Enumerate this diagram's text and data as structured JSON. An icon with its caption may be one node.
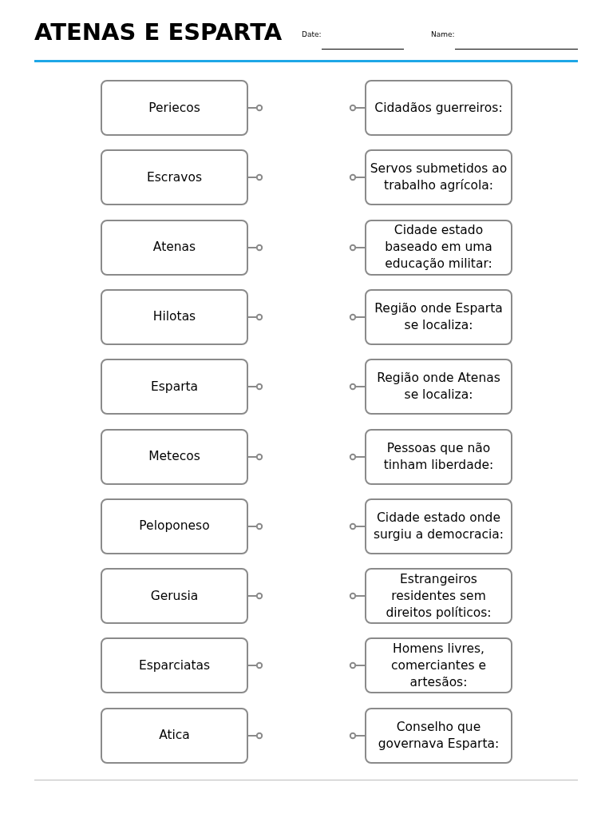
{
  "diagram": {
    "title": "ATENAS E ESPARTA",
    "nodes": [
      {
        "text": [
          "Periecos"
        ]
      },
      {
        "text": [
          "Cidadãos guerreiros:"
        ]
      },
      {
        "text": [
          "Escravos"
        ]
      },
      {
        "text": [
          "Servos submetidos ao trabalho agrícola:"
        ]
      },
      {
        "text": [
          "Atenas"
        ]
      },
      {
        "text": [
          "Cidade estado baseado em uma educação militar:"
        ]
      },
      {
        "text": [
          "Hilotas"
        ]
      },
      {
        "text": [
          "Região onde Esparta se localiza:"
        ]
      },
      {
        "text": [
          "Esparta"
        ]
      },
      {
        "text": [
          "Região onde Atenas se localiza:"
        ]
      },
      {
        "text": [
          "Metecos"
        ]
      },
      {
        "text": [
          "Pessoas que não tinham liberdade:"
        ]
      },
      {
        "text": [
          "Peloponeso"
        ]
      },
      {
        "text": [
          "Cidade estado onde surgiu a democracia:"
        ]
      },
      {
        "text": [
          "Gerusia"
        ]
      },
      {
        "text": [
          "Estrangeiros residentes sem direitos políticos:"
        ]
      },
      {
        "text": [
          "Esparciatas"
        ]
      },
      {
        "text": [
          "Homens livres, comerciantes e artesãos:"
        ]
      },
      {
        "text": [
          "Atica"
        ]
      },
      {
        "text": [
          "Conselho que governava Esparta:"
        ]
      }
    ],
    "labels": [
      "Date:",
      "Name:"
    ]
  }
}
